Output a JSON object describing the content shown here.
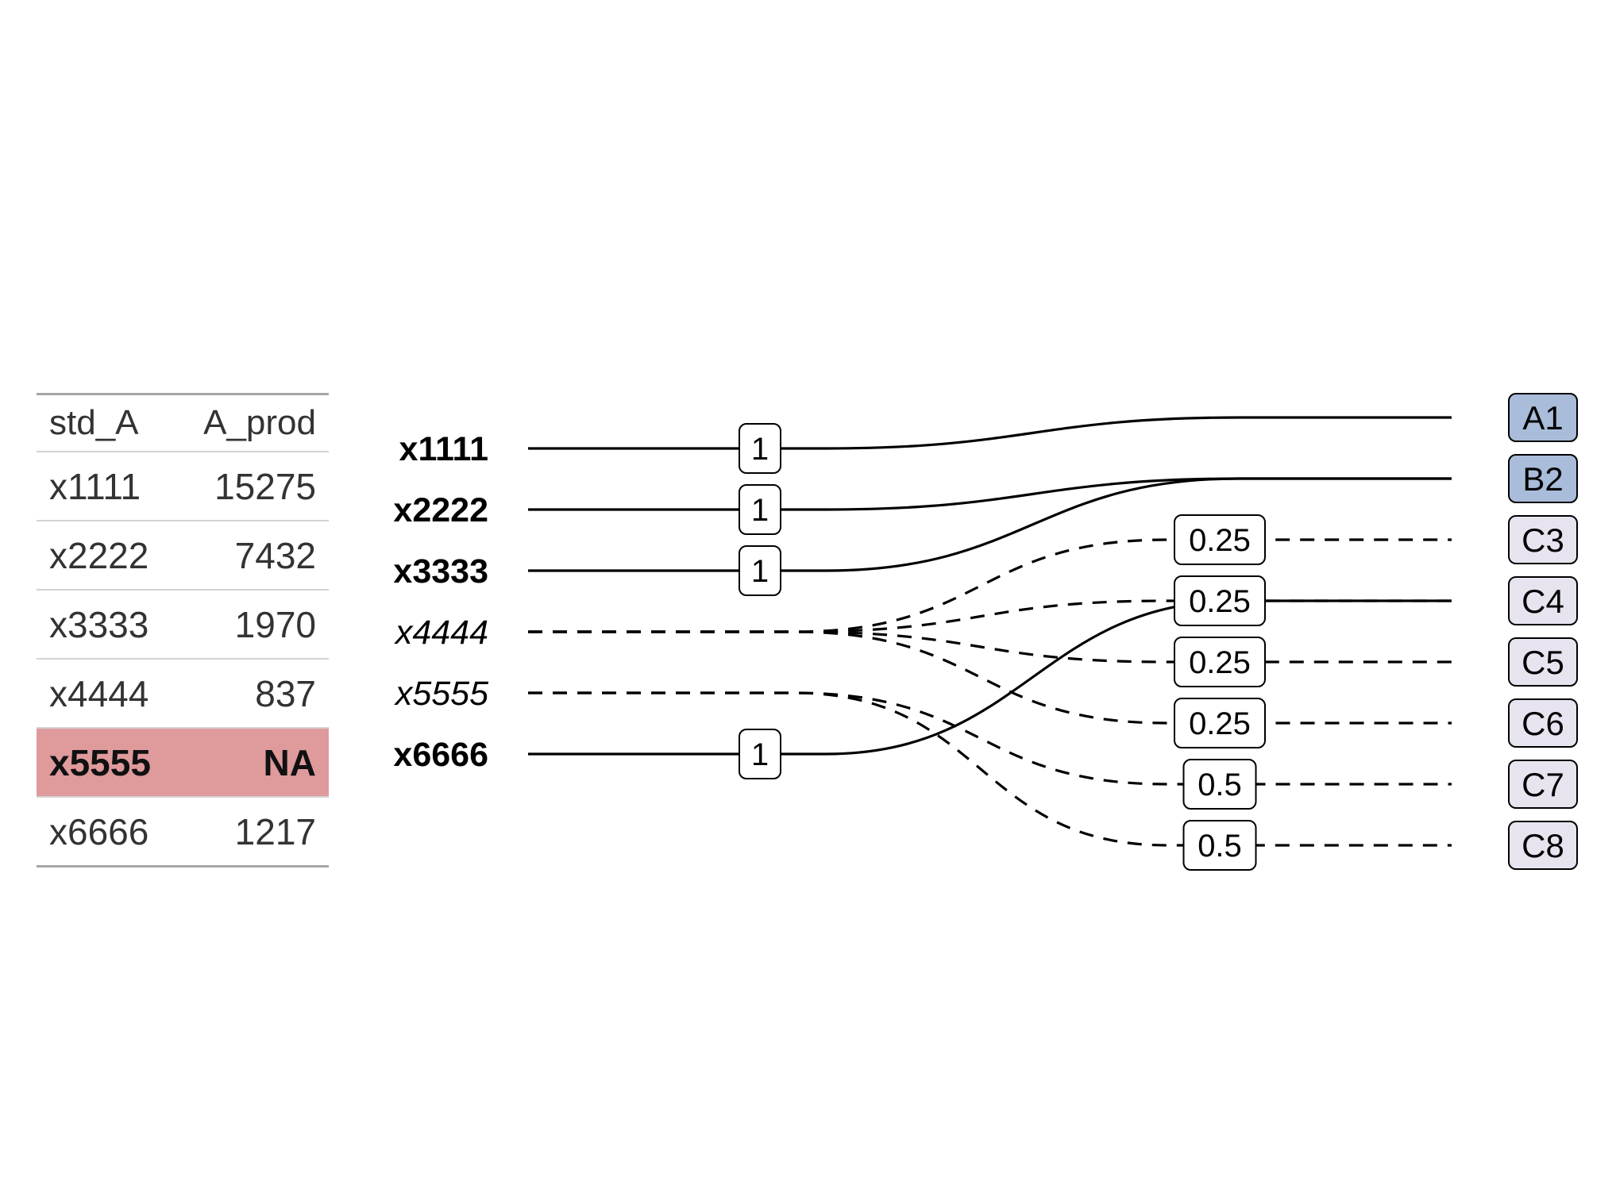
{
  "table": {
    "headers": [
      "std_A",
      "A_prod"
    ],
    "rows": [
      {
        "std_A": "x1111",
        "A_prod": "15275",
        "highlight": false
      },
      {
        "std_A": "x2222",
        "A_prod": "7432",
        "highlight": false
      },
      {
        "std_A": "x3333",
        "A_prod": "1970",
        "highlight": false
      },
      {
        "std_A": "x4444",
        "A_prod": "837",
        "highlight": false
      },
      {
        "std_A": "x5555",
        "A_prod": "NA",
        "highlight": true
      },
      {
        "std_A": "x6666",
        "A_prod": "1217",
        "highlight": false
      }
    ],
    "highlight_color": "#df9a9c"
  },
  "diagram": {
    "sources": [
      {
        "label": "x1111",
        "style": "bold"
      },
      {
        "label": "x2222",
        "style": "bold"
      },
      {
        "label": "x3333",
        "style": "bold"
      },
      {
        "label": "x4444",
        "style": "italic"
      },
      {
        "label": "x5555",
        "style": "italic"
      },
      {
        "label": "x6666",
        "style": "bold"
      }
    ],
    "targets": [
      {
        "label": "A1",
        "fill": "#a9bcd9"
      },
      {
        "label": "B2",
        "fill": "#a9bcd9"
      },
      {
        "label": "C3",
        "fill": "#e8e4ef"
      },
      {
        "label": "C4",
        "fill": "#e8e4ef"
      },
      {
        "label": "C5",
        "fill": "#e8e4ef"
      },
      {
        "label": "C6",
        "fill": "#e8e4ef"
      },
      {
        "label": "C7",
        "fill": "#e8e4ef"
      },
      {
        "label": "C8",
        "fill": "#e8e4ef"
      }
    ],
    "links": [
      {
        "from": "x1111",
        "to": "A1",
        "weight": "1",
        "dashed": false
      },
      {
        "from": "x2222",
        "to": "B2",
        "weight": "1",
        "dashed": false
      },
      {
        "from": "x3333",
        "to": "B2",
        "weight": "1",
        "dashed": false
      },
      {
        "from": "x6666",
        "to": "C4",
        "weight": "1",
        "dashed": false
      },
      {
        "from": "x4444",
        "to": "C3",
        "weight": "0.25",
        "dashed": true
      },
      {
        "from": "x4444",
        "to": "C4",
        "weight": "0.25",
        "dashed": true
      },
      {
        "from": "x4444",
        "to": "C5",
        "weight": "0.25",
        "dashed": true
      },
      {
        "from": "x4444",
        "to": "C6",
        "weight": "0.25",
        "dashed": true
      },
      {
        "from": "x5555",
        "to": "C7",
        "weight": "0.5",
        "dashed": true
      },
      {
        "from": "x5555",
        "to": "C8",
        "weight": "0.5",
        "dashed": true
      }
    ]
  }
}
